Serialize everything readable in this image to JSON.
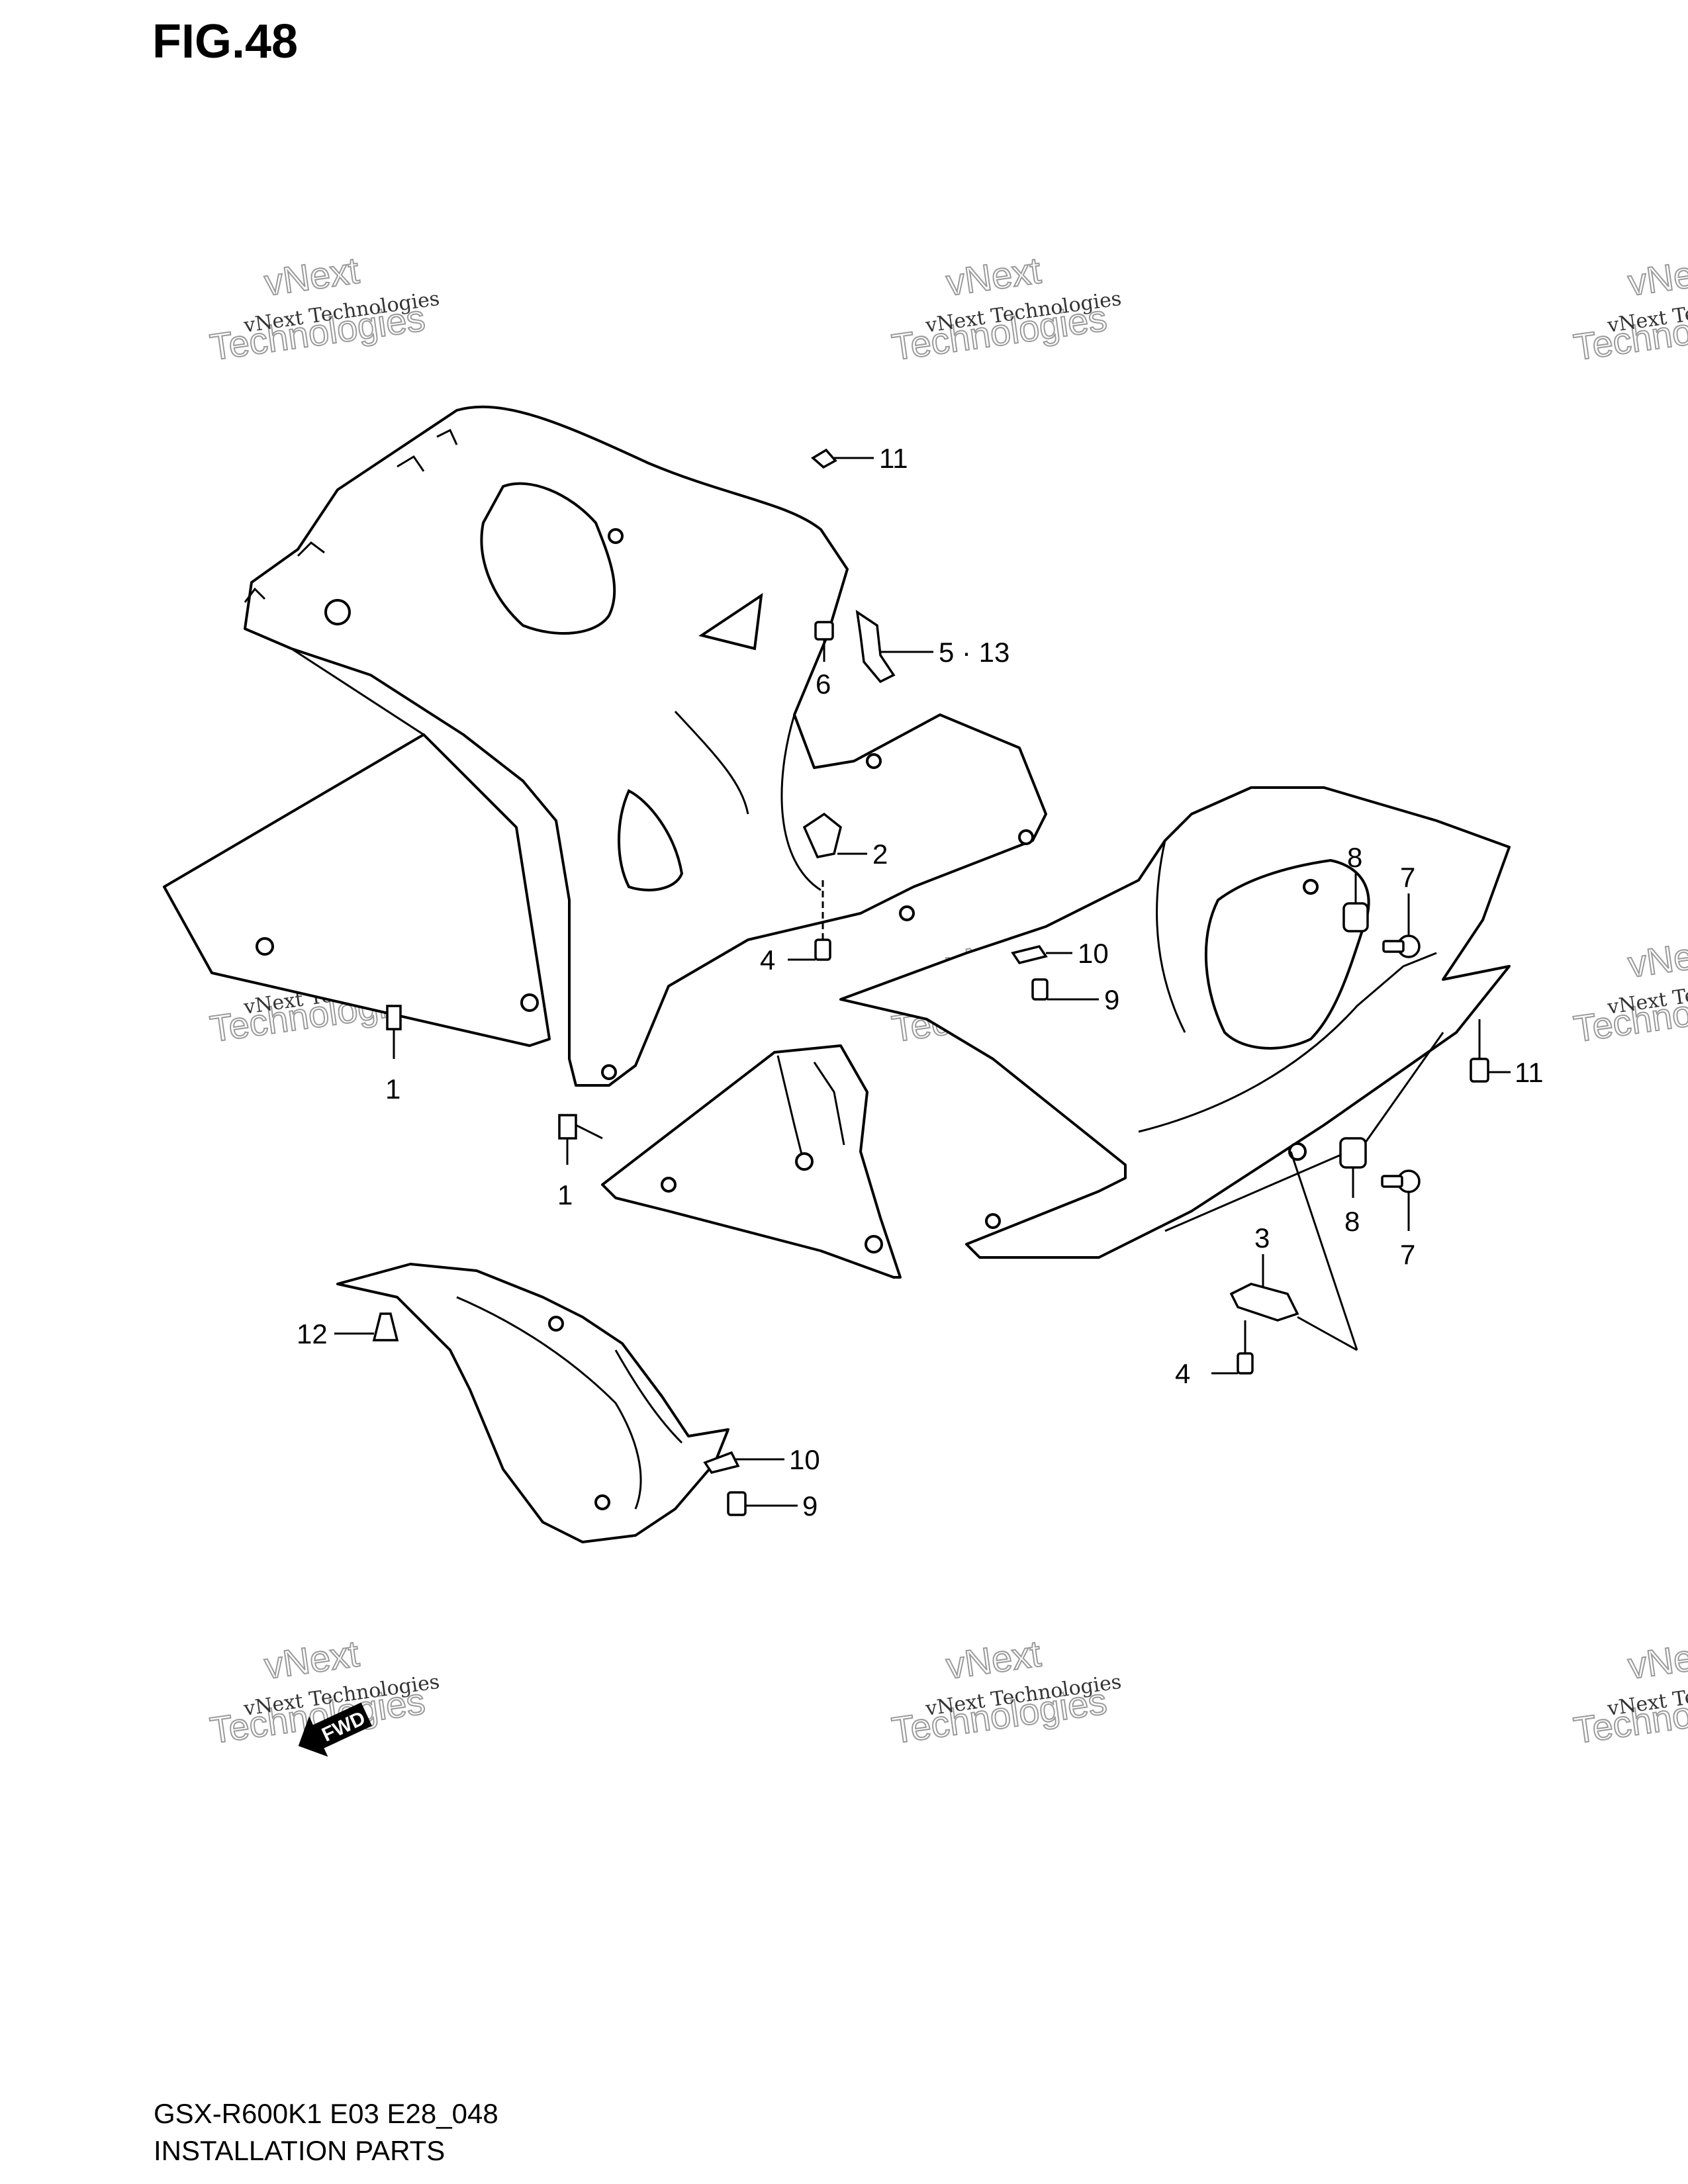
{
  "figure": {
    "title": "FIG.48",
    "code": "GSX-R600K1 E03 E28_048",
    "name": "INSTALLATION PARTS"
  },
  "watermark": {
    "line1": "vNext Technologies",
    "line2": "vNext",
    "line3": "Technologies"
  },
  "fwd_label": "FWD",
  "callouts": {
    "c1a": "1",
    "c1b": "1",
    "c2": "2",
    "c3": "3",
    "c4a": "4",
    "c4b": "4",
    "c5": "5 · 13",
    "c6": "6",
    "c7a": "7",
    "c7b": "7",
    "c8a": "8",
    "c8b": "8",
    "c9a": "9",
    "c9b": "9",
    "c10a": "10",
    "c10b": "10",
    "c11a": "11",
    "c11b": "11",
    "c12": "12"
  }
}
